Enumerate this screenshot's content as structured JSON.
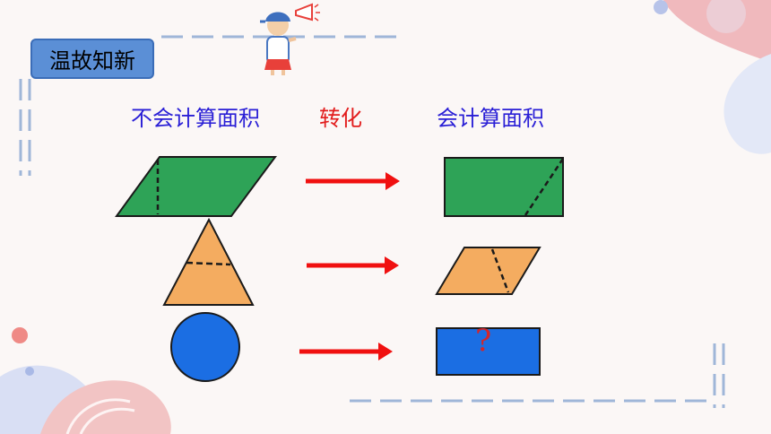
{
  "slide": {
    "section_title": "温故知新",
    "column_left_label": "不会计算面积",
    "column_middle_label": "转化",
    "column_right_label": "会计算面积",
    "unknown_mark": "?"
  },
  "icons": {
    "mascot": "cartoon-child-with-megaphone-icon",
    "arrows": "right-arrow-icon"
  },
  "colors": {
    "title_badge": "#5b8fd6",
    "left_label": "#2a1fd6",
    "middle_label": "#e21d1d",
    "right_label": "#2a1fd6",
    "green_shape": "#2ea357",
    "orange_shape": "#f4ac60",
    "blue_shape": "#1b6ee3",
    "arrow": "#f01010",
    "dashed_frame": "#9fb6d8",
    "question_mark": "#d3262a"
  }
}
